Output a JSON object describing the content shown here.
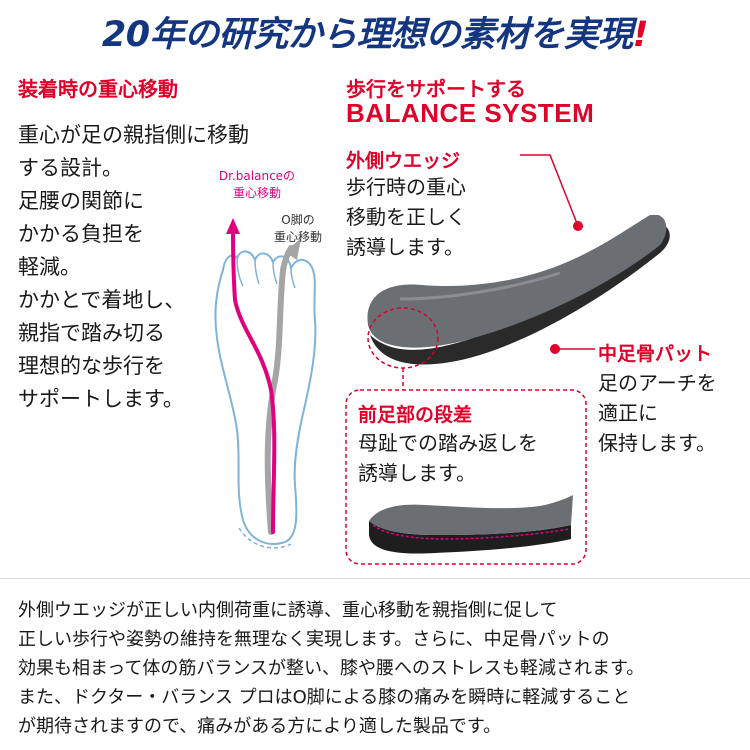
{
  "headline": {
    "text": "20年の研究から理想の素材を実現",
    "exclaim": "!"
  },
  "left_section": {
    "title": "装着時の重心移動",
    "lines": [
      "重心が足の親指側に移動",
      "する設計。",
      "足腰の関節に",
      "かかる負担を",
      "軽減。",
      "かかとで着地し、",
      "親指で踏み切る",
      "理想的な歩行を",
      "サポートします。"
    ]
  },
  "foot_diagram": {
    "label_pink": [
      "Dr.balanceの",
      "重心移動"
    ],
    "label_gray": [
      "O脚の",
      "重心移動"
    ],
    "colors": {
      "pink": "#e0007e",
      "gray": "#9a9a9a",
      "outline": "#7fb3d8"
    }
  },
  "right_section": {
    "title": "歩行をサポートする",
    "subtitle": "BALANCE SYSTEM",
    "outer_wedge": {
      "title": "外側ウエッジ",
      "lines": [
        "歩行時の重心",
        "移動を正しく",
        "誘導します。"
      ]
    },
    "midfoot_pad": {
      "title": "中足骨パット",
      "lines": [
        "足のアーチを",
        "適正に",
        "保持します。"
      ]
    },
    "forefoot_step": {
      "title": "前足部の段差",
      "lines": [
        "母趾での踏み返しを",
        "誘導します。"
      ]
    }
  },
  "bottom_text": [
    "外側ウエッジが正しい内側荷重に誘導、重心移動を親指側に促して",
    "正しい歩行や姿勢の維持を無理なく実現します。さらに、中足骨パットの",
    "効果も相まって体の筋バランスが整い、膝や腰へのストレスも軽減されます。",
    "また、ドクター・バランス プロはO脚による膝の痛みを瞬時に軽減すること",
    "が期待されますので、痛みがある方により適した製品です。"
  ],
  "colors": {
    "accent": "#e0002a",
    "headline": "#14357f",
    "insole": "#6b6e72"
  }
}
